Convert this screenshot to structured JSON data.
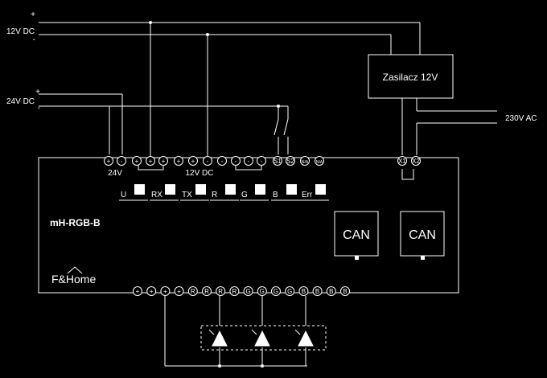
{
  "supply": {
    "v12_label": "12V DC",
    "v12_plus": "+",
    "v12_minus": "-",
    "v24_label": "24V DC",
    "v24_plus": "+",
    "v24_minus": "-"
  },
  "psu": {
    "label": "Zasilacz 12V"
  },
  "mains": {
    "label": "230V AC"
  },
  "module": {
    "name": "mH-RGB-B",
    "brand": "F&Home",
    "label_24v": "24V",
    "label_12vdc": "12V DC"
  },
  "top_terminals": [
    "+",
    "-",
    "+",
    "+",
    "+",
    "+",
    "+",
    "-",
    "-",
    "-",
    "-",
    "-",
    "S1",
    "S2",
    "N/A",
    "N/A"
  ],
  "psu_terminals": [
    "X1",
    "X2"
  ],
  "leds": [
    "U",
    "RX",
    "TX",
    "R",
    "G",
    "B",
    "Err"
  ],
  "can_ports": [
    "CAN",
    "CAN"
  ],
  "bottom_terminals": [
    "+",
    "+",
    "+",
    "+",
    "R",
    "R",
    "R",
    "R",
    "G",
    "G",
    "G",
    "G",
    "B",
    "B",
    "B",
    "B"
  ]
}
